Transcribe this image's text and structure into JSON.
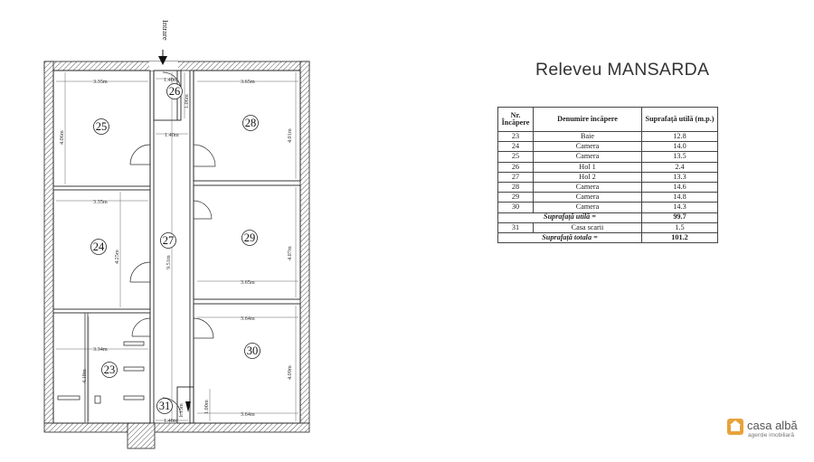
{
  "title": "Releveu MANSARDA",
  "entrance_label": "Intrare",
  "plan": {
    "rooms": [
      "25",
      "26",
      "28",
      "24",
      "27",
      "29",
      "23",
      "30",
      "31"
    ],
    "dimensions": {
      "d335a": "3.35m",
      "d140a": "1.40m",
      "d365a": "3.65m",
      "d406": "4.06m",
      "d106": "1.06m",
      "d401": "4.01m",
      "d140b": "1.40m",
      "d335b": "3.35m",
      "d425": "4.25m",
      "d951": "9.51m",
      "d407": "4.07m",
      "d365b": "3.65m",
      "d364a": "3.64m",
      "d334": "3.34m",
      "d418": "4.18m",
      "d409": "4.09m",
      "d100": "1.00m",
      "d140c": "1.40m",
      "d364b": "3.64m",
      "d113": "1.13m"
    }
  },
  "table": {
    "headers": [
      "Nr. Încăpere",
      "Denumire încăpere",
      "Suprafață utilă (m.p.)"
    ],
    "rows": [
      [
        "23",
        "Baie",
        "12.8"
      ],
      [
        "24",
        "Camera",
        "14.0"
      ],
      [
        "25",
        "Camera",
        "13.5"
      ],
      [
        "26",
        "Hol 1",
        "2.4"
      ],
      [
        "27",
        "Hol 2",
        "13.3"
      ],
      [
        "28",
        "Camera",
        "14.6"
      ],
      [
        "29",
        "Camera",
        "14.8"
      ],
      [
        "30",
        "Camera",
        "14.3"
      ]
    ],
    "util_label": "Suprafață utilă =",
    "util_value": "99.7",
    "extra_row": [
      "31",
      "Casa scarii",
      "1.5"
    ],
    "total_label": "Suprafață totala =",
    "total_value": "101.2"
  },
  "logo": {
    "name": "casa albă",
    "tagline": "agenție imobiliară",
    "color": "#e8a23a"
  },
  "colors": {
    "wall_hatch": "#555555",
    "line": "#222222"
  }
}
